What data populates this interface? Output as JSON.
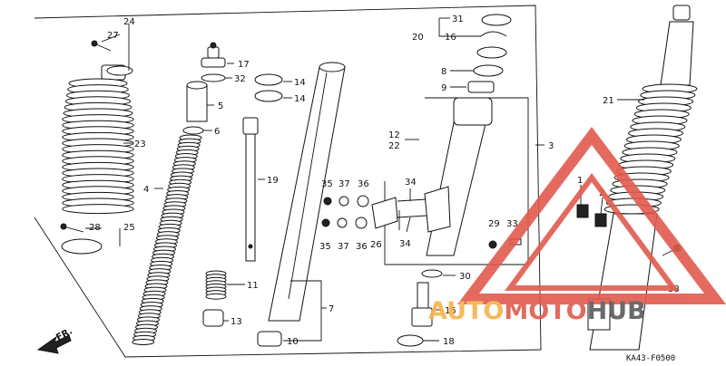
{
  "diagram_code": "KA43-F0500",
  "direction_label": "FR.",
  "watermark": {
    "part1": "AUTO",
    "part2": "MOTO",
    "part3": "HUB",
    "color_orange": "#f7b24a",
    "color_red": "#e25a4e",
    "color_dark": "#5a5a5a"
  },
  "callouts": [
    {
      "id": "c24",
      "text": "24"
    },
    {
      "id": "c27",
      "text": "27"
    },
    {
      "id": "c23",
      "text": "23"
    },
    {
      "id": "c28",
      "text": "28"
    },
    {
      "id": "c25",
      "text": "25"
    },
    {
      "id": "c4",
      "text": "4"
    },
    {
      "id": "c17",
      "text": "17"
    },
    {
      "id": "c32",
      "text": "32"
    },
    {
      "id": "c5",
      "text": "5"
    },
    {
      "id": "c6",
      "text": "6"
    },
    {
      "id": "c19",
      "text": "19"
    },
    {
      "id": "c11",
      "text": "11"
    },
    {
      "id": "c13",
      "text": "13"
    },
    {
      "id": "c14a",
      "text": "14"
    },
    {
      "id": "c14b",
      "text": "14"
    },
    {
      "id": "c7",
      "text": "7"
    },
    {
      "id": "c10",
      "text": "10"
    },
    {
      "id": "c35a",
      "text": "35"
    },
    {
      "id": "c37a",
      "text": "37"
    },
    {
      "id": "c36a",
      "text": "36"
    },
    {
      "id": "c35b",
      "text": "35"
    },
    {
      "id": "c37b",
      "text": "37"
    },
    {
      "id": "c36b",
      "text": "36"
    },
    {
      "id": "c26",
      "text": "26"
    },
    {
      "id": "c34a",
      "text": "34"
    },
    {
      "id": "c34b",
      "text": "34"
    },
    {
      "id": "c31",
      "text": "31"
    },
    {
      "id": "c20",
      "text": "20"
    },
    {
      "id": "c16",
      "text": "16"
    },
    {
      "id": "c8",
      "text": "8"
    },
    {
      "id": "c9",
      "text": "9"
    },
    {
      "id": "c12",
      "text": "12"
    },
    {
      "id": "c22",
      "text": "22"
    },
    {
      "id": "c3",
      "text": "3"
    },
    {
      "id": "c29",
      "text": "29"
    },
    {
      "id": "c33",
      "text": "33"
    },
    {
      "id": "c30",
      "text": "30"
    },
    {
      "id": "c15",
      "text": "15"
    },
    {
      "id": "c18",
      "text": "18"
    },
    {
      "id": "c21",
      "text": "21"
    },
    {
      "id": "c1",
      "text": "1"
    },
    {
      "id": "c2",
      "text": "2"
    },
    {
      "id": "c38",
      "text": "38"
    }
  ]
}
